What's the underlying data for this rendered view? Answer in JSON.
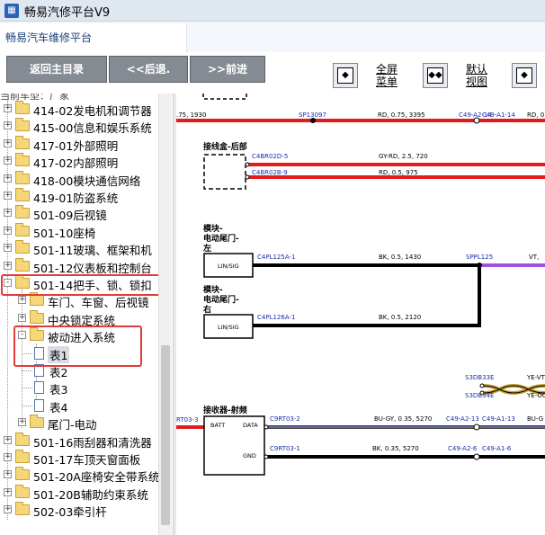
{
  "app": {
    "title": "畅易汽修平台V9"
  },
  "tabs": [
    {
      "label": "畅易汽车维修平台"
    }
  ],
  "toolbar": {
    "back_main": "返回主目录",
    "back": "<<后退.",
    "forward": ">>前进",
    "fullscreen_line1": "全屏",
    "fullscreen_line2": "菜单",
    "default_line1": "默认",
    "default_line2": "视图"
  },
  "tree": {
    "clipped_header": "当前车型：厂家",
    "items": [
      {
        "label": "414-02发电机和调节器"
      },
      {
        "label": "415-00信息和娱乐系统"
      },
      {
        "label": "417-01外部照明"
      },
      {
        "label": "417-02内部照明"
      },
      {
        "label": "418-00模块通信网络"
      },
      {
        "label": "419-01防盗系统"
      },
      {
        "label": "501-09后视镜"
      },
      {
        "label": "501-10座椅"
      },
      {
        "label": "501-11玻璃、框架和机"
      },
      {
        "label": "501-12仪表板和控制台"
      },
      {
        "label": "501-14把手、锁、锁扣"
      },
      {
        "label": "车门、车窗、后视镜"
      },
      {
        "label": "中央锁定系统"
      },
      {
        "label": "被动进入系统"
      },
      {
        "label": "表1"
      },
      {
        "label": "表2"
      },
      {
        "label": "表3"
      },
      {
        "label": "表4"
      },
      {
        "label": "尾门-电动"
      },
      {
        "label": "501-16雨刮器和清洗器"
      },
      {
        "label": "501-17车顶天窗面板"
      },
      {
        "label": "501-20A座椅安全带系统"
      },
      {
        "label": "501-20B辅助约束系统"
      },
      {
        "label": "502-03牵引杆"
      }
    ]
  },
  "diagram": {
    "labels": {
      "top_left": ".75, 1930",
      "sp13097": "SP13097",
      "rd_075": "RD, 0.75, 3395",
      "c49a2_14": "C49-A2-14",
      "c49a1_14": "C49-A1-14",
      "rd_0": "RD, 0",
      "junction_box": "接线盒-后部",
      "c4br02d5": "C4BR02D-5",
      "c4br02b9": "C4BR02B-9",
      "gy_rd": "GY-RD, 2.5, 720",
      "rd_05": "RD, 0.5, 975",
      "module_l1": "模块-",
      "module_l2": "电动尾门-",
      "module_l3_left": "左",
      "module_l3_right": "右",
      "lin_sig": "LIN/SIG",
      "c4pl125a1": "C4PL125A-1",
      "bk_1430": "BK, 0.5, 1430",
      "sppl125": "SPPL125",
      "vt": "VT,",
      "c4pl126a1": "C4PL126A-1",
      "bk_2120": "BK, 0.5, 2120",
      "s3db33e": "S3DB33E",
      "s3db34e": "S3DB34E",
      "ye_vt": "YE-VT",
      "ye_og": "YE-OG",
      "receiver": "接收器-射频",
      "rt03_3": "RT03-3",
      "batt": "BATT",
      "data": "DATA",
      "gnd": "GND",
      "c9rt03_2": "C9RT03-2",
      "bu_gy": "BU-GY, 0.35, 5270",
      "c49a2_13": "C49-A2-13",
      "c49a1_13": "C49-A1-13",
      "bu_g": "BU-G",
      "c9rt03_1": "C9RT03-1",
      "bk_5270": "BK, 0.35, 5270",
      "c49a2_6": "C49-A2-6",
      "c49a1_6": "C49-A1-6"
    }
  }
}
